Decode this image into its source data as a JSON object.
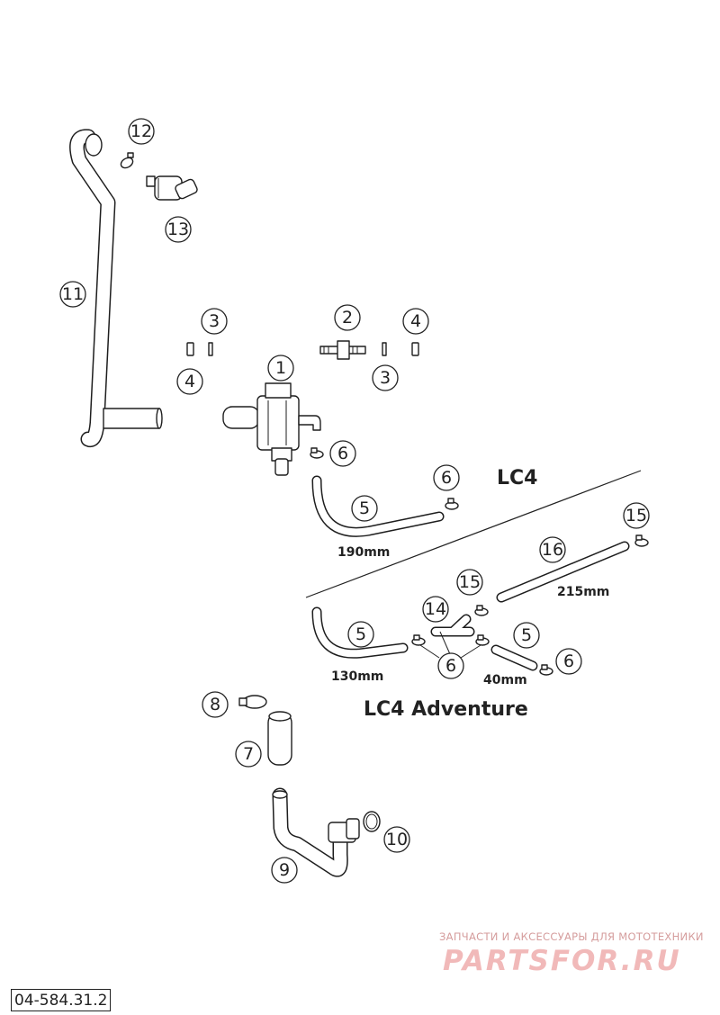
{
  "callouts": {
    "c1": "1",
    "c2": "2",
    "c3a": "3",
    "c3b": "3",
    "c4a": "4",
    "c4b": "4",
    "c5a": "5",
    "c5b": "5",
    "c5c": "5",
    "c6a": "6",
    "c6b": "6",
    "c6c": "6",
    "c6d": "6",
    "c7": "7",
    "c8": "8",
    "c9": "9",
    "c10": "10",
    "c11": "11",
    "c12": "12",
    "c13": "13",
    "c14": "14",
    "c15a": "15",
    "c15b": "15",
    "c16": "16"
  },
  "dimensions": {
    "hose_lc4": "190mm",
    "hose_adv_long": "215mm",
    "hose_adv_left": "130mm",
    "hose_adv_short": "40mm"
  },
  "variants": {
    "lc4": "LC4",
    "lc4_adventure": "LC4 Adventure"
  },
  "watermark": {
    "tagline": "ЗАПЧАСТИ И АКСЕССУАРЫ ДЛЯ МОТОТЕХНИКИ",
    "logo": "PARTSFOR.RU"
  },
  "drawing_number": "04-584.31.2",
  "colors": {
    "line": "#1e1e1e",
    "watermark": "#f1b9b9"
  }
}
